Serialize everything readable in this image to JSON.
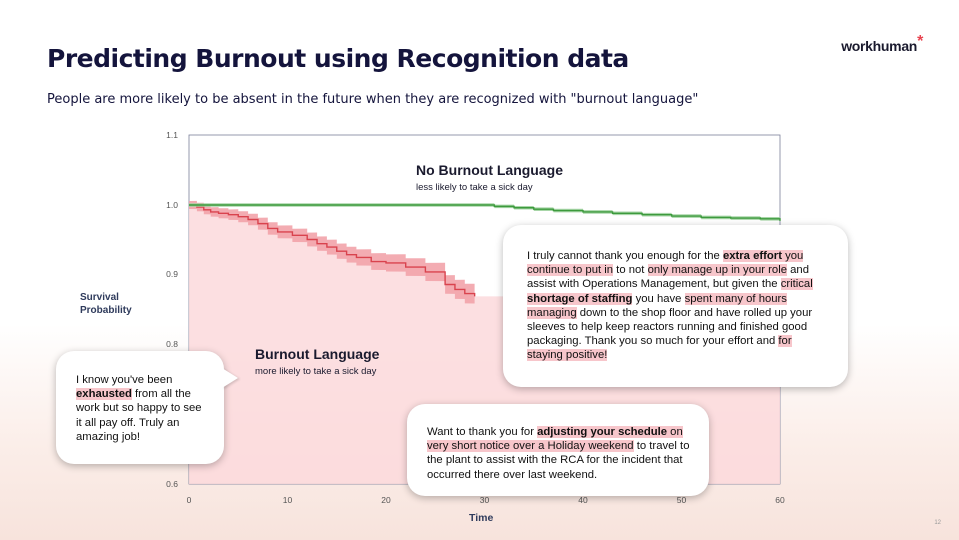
{
  "slide": {
    "title": "Predicting Burnout using Recognition data",
    "subtitle": "People are more likely to be absent in the future when they are recognized with \"burnout language\"",
    "logo_text": "workhuman",
    "logo_mark": "*",
    "page_number": "12"
  },
  "chart_data": {
    "type": "line",
    "xlabel": "Time",
    "ylabel": "Survival Probability",
    "xlim": [
      0,
      60
    ],
    "ylim": [
      0.6,
      1.1
    ],
    "x_ticks": [
      "0",
      "10",
      "20",
      "30",
      "40",
      "50",
      "60"
    ],
    "y_ticks": [
      "0.6",
      "0.8",
      "0.9",
      "1.0",
      "1.1"
    ],
    "series": [
      {
        "name": "No Burnout Language",
        "description": "less likely to take a sick day",
        "color": "#3d9a3d",
        "x": [
          0,
          30,
          31,
          33,
          35,
          37,
          40,
          43,
          46,
          49,
          52,
          55,
          58,
          60
        ],
        "y": [
          1.0,
          1.0,
          0.998,
          0.996,
          0.994,
          0.992,
          0.99,
          0.988,
          0.986,
          0.984,
          0.982,
          0.981,
          0.98,
          0.977
        ]
      },
      {
        "name": "Burnout Language",
        "description": "more likely to take a sick day",
        "color": "#d9434e",
        "band_color": "#f2a3aa",
        "x": [
          0,
          0.8,
          1.5,
          2.2,
          3.0,
          4.0,
          5.0,
          6.0,
          7.0,
          8.0,
          9.0,
          10.5,
          12.0,
          13.0,
          14.0,
          15.0,
          16.0,
          17.0,
          18.5,
          20.0,
          22.0,
          24.0,
          26.0,
          27.0,
          28.0,
          29.0
        ],
        "y": [
          1.0,
          0.997,
          0.993,
          0.99,
          0.988,
          0.986,
          0.983,
          0.979,
          0.973,
          0.966,
          0.961,
          0.956,
          0.95,
          0.944,
          0.939,
          0.933,
          0.928,
          0.924,
          0.918,
          0.916,
          0.91,
          0.903,
          0.885,
          0.878,
          0.872,
          0.868
        ]
      }
    ]
  },
  "bubbles": {
    "left": [
      {
        "text": "I know you've been ",
        "hl": false
      },
      {
        "text": "exhausted",
        "hl": true,
        "bold": true
      },
      {
        "text": " from all the work but so happy to see it all pay off. Truly an amazing job!",
        "hl": false
      }
    ],
    "right": [
      {
        "text": "I truly cannot thank you enough for the ",
        "hl": false
      },
      {
        "text": "extra effort",
        "hl": true,
        "bold": true
      },
      {
        "text": " you continue to put in",
        "hl": true
      },
      {
        "text": " to not ",
        "hl": false
      },
      {
        "text": "only manage up in your role",
        "hl": true
      },
      {
        "text": " and assist with Operations Management, but given the ",
        "hl": false
      },
      {
        "text": "critical ",
        "hl": true
      },
      {
        "text": "shortage of staffing",
        "hl": true,
        "bold": true
      },
      {
        "text": " you have ",
        "hl": false
      },
      {
        "text": "spent many of hours managing",
        "hl": true
      },
      {
        "text": " down to the shop floor and have rolled up your sleeves to help keep reactors running and finished good packaging. Thank you so much for your effort and ",
        "hl": false
      },
      {
        "text": "for staying positive!",
        "hl": true
      }
    ],
    "bottom": [
      {
        "text": "Want to thank you for ",
        "hl": false
      },
      {
        "text": "adjusting your schedule",
        "hl": true,
        "bold": true
      },
      {
        "text": " on very short notice over a Holiday weekend",
        "hl": true
      },
      {
        "text": " to travel to the plant to assist with the RCA for the incident that occurred there over last weekend.",
        "hl": false
      }
    ]
  }
}
